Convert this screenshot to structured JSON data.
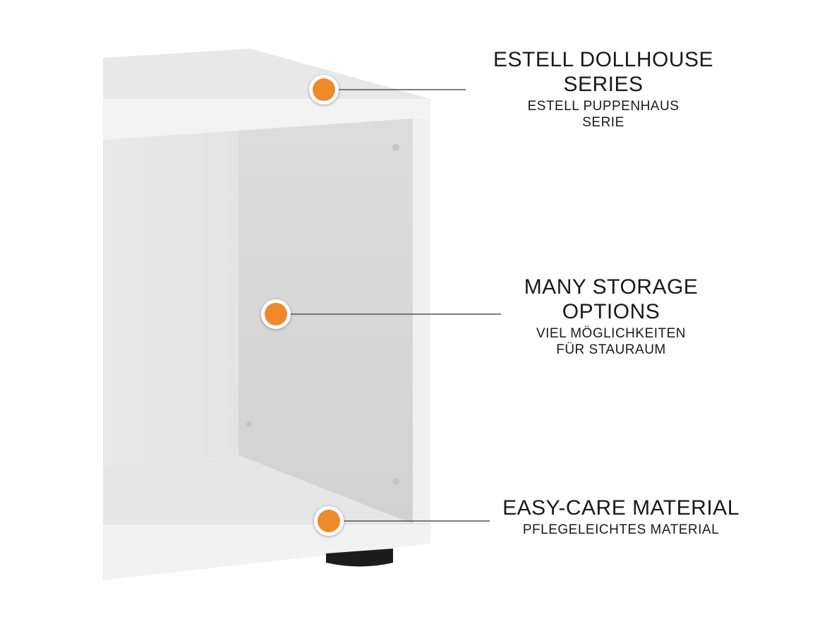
{
  "colors": {
    "marker_fill": "#ee8a2a",
    "marker_ring": "#ffffff",
    "leader_line": "#555555",
    "cabinet_face": "#f1f1f1",
    "cabinet_inner_back": "#d9d9d9",
    "foot": "#1c1c1c"
  },
  "callouts": [
    {
      "title": "ESTELL DOLLHOUSE\nSERIES",
      "subtitle": "ESTELL PUPPENHAUS\nSERIE"
    },
    {
      "title": "MANY STORAGE\nOPTIONS",
      "subtitle": "VIEL MÖGLICHKEITEN\nFÜR STAURAUM"
    },
    {
      "title": "EASY-CARE MATERIAL",
      "subtitle": "PFLEGELEICHTES MATERIAL"
    }
  ]
}
